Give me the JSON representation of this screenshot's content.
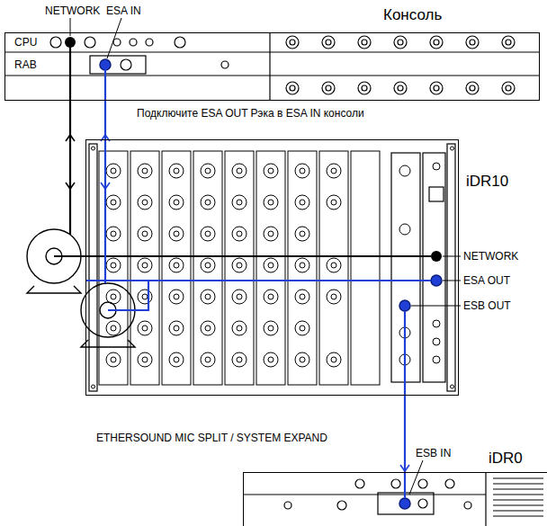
{
  "diagram": {
    "nodes": [
      {
        "text": [
          "Консоль"
        ]
      },
      {
        "text": [
          "iDR10"
        ]
      },
      {
        "text": [
          "iDR0"
        ]
      }
    ],
    "edges": [
      {
        "from": 0,
        "to": 1,
        "arrow": "both"
      },
      {
        "from": 0,
        "to": 1,
        "arrow": "both",
        "label": "Подключите ESA OUT Рэка в ESA IN консоли"
      },
      {
        "from": 1,
        "to": 2,
        "arrow": "to",
        "label": "ETHERSOUND MIC SPLIT / SYSTEM EXPAND"
      }
    ],
    "labels": [
      "NETWORK",
      "ESA IN",
      "CPU",
      "RAB",
      "NETWORK",
      "ESA OUT",
      "ESB OUT",
      "ESB IN"
    ]
  }
}
